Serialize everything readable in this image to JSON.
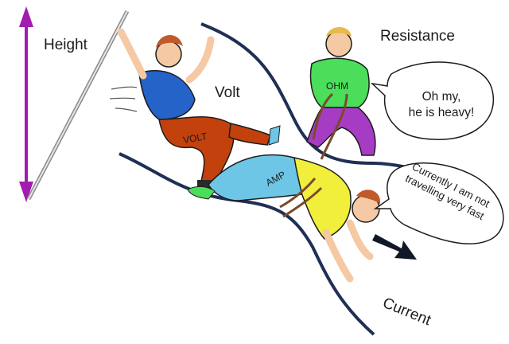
{
  "labels": {
    "height": "Height",
    "resistance": "Resistance",
    "volt": "Volt",
    "current": "Current"
  },
  "shirts": {
    "volt": "VOLT",
    "ohm": "OHM",
    "amp": "AMP"
  },
  "bubbles": {
    "ohm_line1": "Oh my,",
    "ohm_line2": "he is heavy!",
    "amp_line1": "Currently I am not",
    "amp_line2": "travelling very fast"
  },
  "colors": {
    "arrow": "#a21caf",
    "volt_shirt": "#2563c9",
    "volt_pants": "#c2410c",
    "ohm_shirt": "#4ade5a",
    "ohm_pants": "#a63cc4",
    "amp_shirt": "#f1ee3c",
    "amp_pants": "#6ec6e6",
    "skin": "#f4c9a4",
    "hair": "#c05a2a",
    "rope": "#7a4a2a"
  }
}
